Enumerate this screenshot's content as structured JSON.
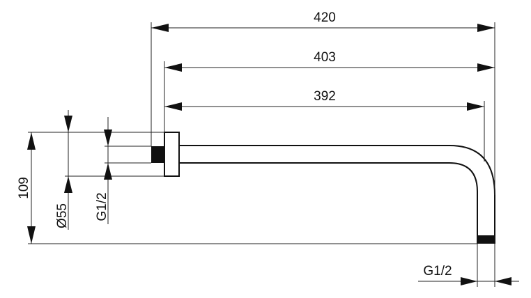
{
  "dimensions": {
    "overall_length": "420",
    "length_from_flange": "403",
    "arm_length": "392",
    "height": "109",
    "flange_diameter": "Ø55",
    "inlet_thread": "G1/2",
    "outlet_thread": "G1/2"
  }
}
